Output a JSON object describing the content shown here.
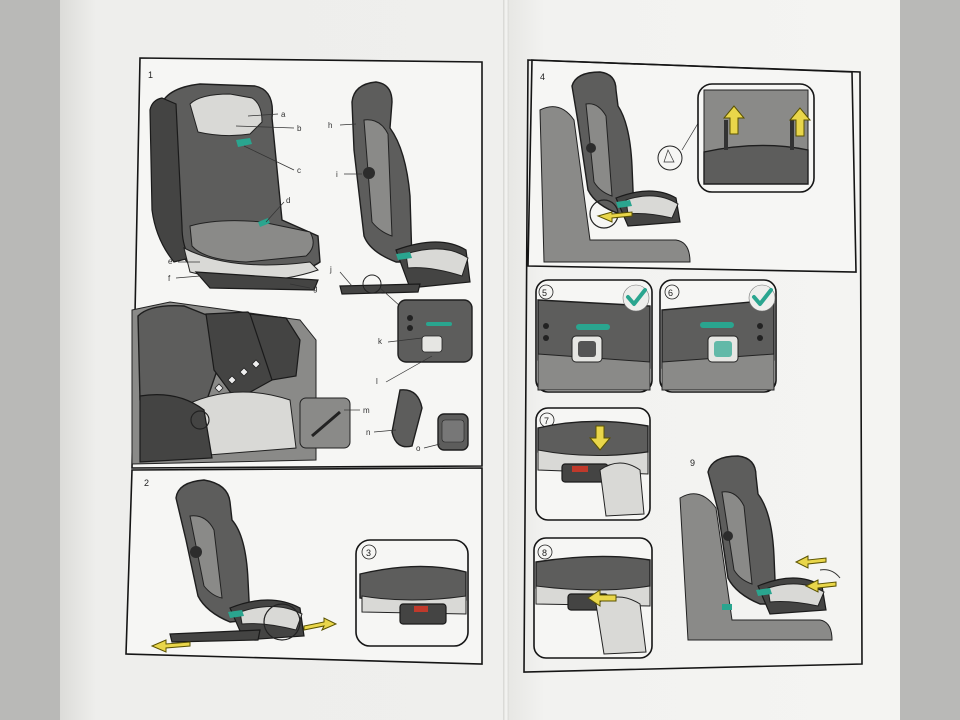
{
  "left_panels": {
    "p1": "1",
    "p2": "2",
    "p3": "3"
  },
  "callouts_p1": [
    "a",
    "b",
    "c",
    "d",
    "e",
    "f",
    "g",
    "h",
    "i",
    "j",
    "k",
    "l",
    "m",
    "n",
    "o"
  ],
  "right_panels": {
    "p4": "4",
    "p5": "5",
    "p6": "6",
    "p7": "7",
    "p8": "8",
    "p9": "9"
  },
  "colors": {
    "accent_teal": "#2aa58f",
    "arrow_yellow": "#e9d64a",
    "paper": "#efefed",
    "background": "#b9b9b7"
  },
  "icons": [
    "check-icon",
    "arrow-icon",
    "magnifier-icon"
  ]
}
